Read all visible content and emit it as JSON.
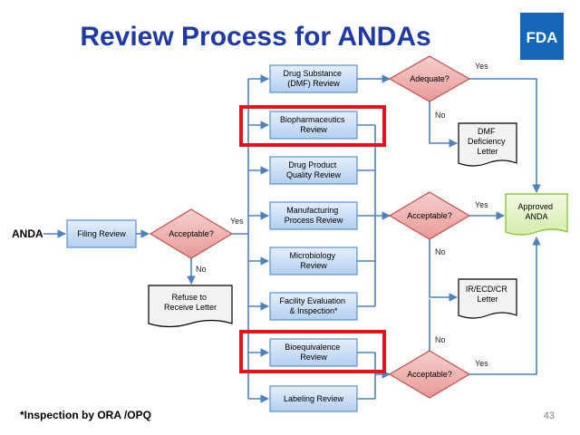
{
  "slide": {
    "title": "Review Process for ANDAs",
    "logo_text": "FDA",
    "footnote": "*Inspection by ORA /OPQ",
    "page_number": "43"
  },
  "colors": {
    "title": "#1f3aa6",
    "logo": "#1466b8",
    "box_fill": "#c9def6",
    "box_stroke": "#5b8fd6",
    "diamond_fill": "#f0b4b2",
    "diamond_stroke": "#c0504d",
    "doc_fill": "#f2f2f2",
    "approved_fill": "#e5f3c6",
    "approved_stroke": "#8cc63f",
    "arrow": "#4f81bd",
    "highlight": "#e3141c"
  },
  "nodes": {
    "anda": "ANDA",
    "filing_review": "Filing Review",
    "acceptable_1": "Acceptable?",
    "refuse_letter": [
      "Refuse to",
      "Receive Letter"
    ],
    "drug_substance": [
      "Drug Substance",
      "(DMF) Review"
    ],
    "biopharmaceutics": [
      "Biopharmaceutics",
      "Review"
    ],
    "drug_product": [
      "Drug Product",
      "Quality Review"
    ],
    "manufacturing": [
      "Manufacturing",
      "Process Review"
    ],
    "microbiology": [
      "Microbiology",
      "Review"
    ],
    "facility": [
      "Facility Evaluation",
      "& Inspection*"
    ],
    "bioequivalence": [
      "Bioequivalence",
      "Review"
    ],
    "labeling": "Labeling Review",
    "adequate": "Adequate?",
    "dmf_letter": [
      "DMF",
      "Deficiency",
      "Letter"
    ],
    "acceptable_2": "Acceptable?",
    "ir_letter": [
      "IR/ECD/CR",
      "Letter"
    ],
    "acceptable_3": "Acceptable?",
    "approved": [
      "Approved",
      "ANDA"
    ]
  },
  "edge_labels": {
    "filing_yes": "Yes",
    "filing_no": "No",
    "adequate_yes": "Yes",
    "adequate_no": "No",
    "acceptable2_yes": "Yes",
    "acceptable2_no": "No",
    "acceptable3_no": "No",
    "acceptable3_yes": "Yes"
  }
}
